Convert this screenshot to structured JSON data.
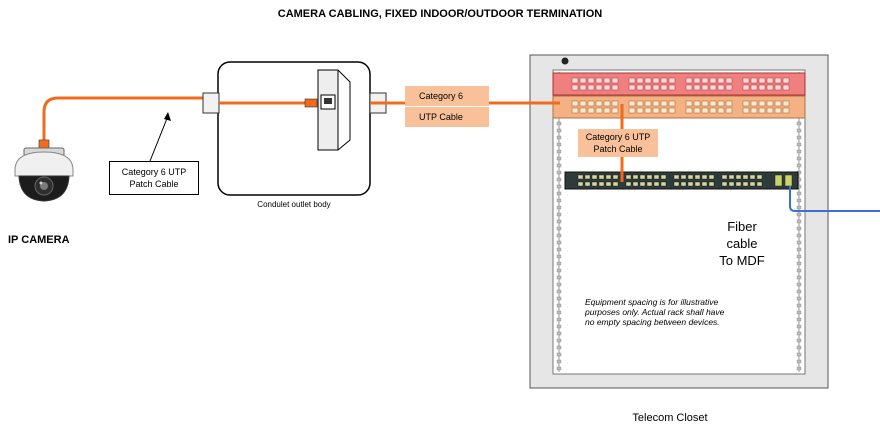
{
  "title": "CAMERA  CABLING, FIXED INDOOR/OUTDOOR TERMINATION",
  "camera": {
    "label": "IP CAMERA",
    "icon": "dome-camera-icon"
  },
  "patch_cable_callout": {
    "line1": "Category 6 UTP",
    "line2": "Patch Cable"
  },
  "condulet": {
    "label": "Condulet outlet body"
  },
  "horizontal_cable": {
    "line1": "Category 6",
    "line2": "UTP Cable"
  },
  "rack_patch_cable": {
    "line1": "Category 6 UTP",
    "line2": "Patch Cable"
  },
  "fiber": {
    "line1": "Fiber",
    "line2": "cable",
    "line3": "To MDF"
  },
  "note": "Equipment spacing is for illustrative purposes only. Actual rack shall have no empty spacing between devices.",
  "closet_label": "Telecom Closet",
  "colors": {
    "cable_orange": "#f26b1d",
    "label_peach": "#f8c19a",
    "fiber_blue": "#3a6fd8",
    "patch_panel_red": "#f08080",
    "patch_panel_peach": "#f4b183",
    "switch_dark": "#2f3a3a",
    "closet_gray": "#e6e6e6"
  }
}
